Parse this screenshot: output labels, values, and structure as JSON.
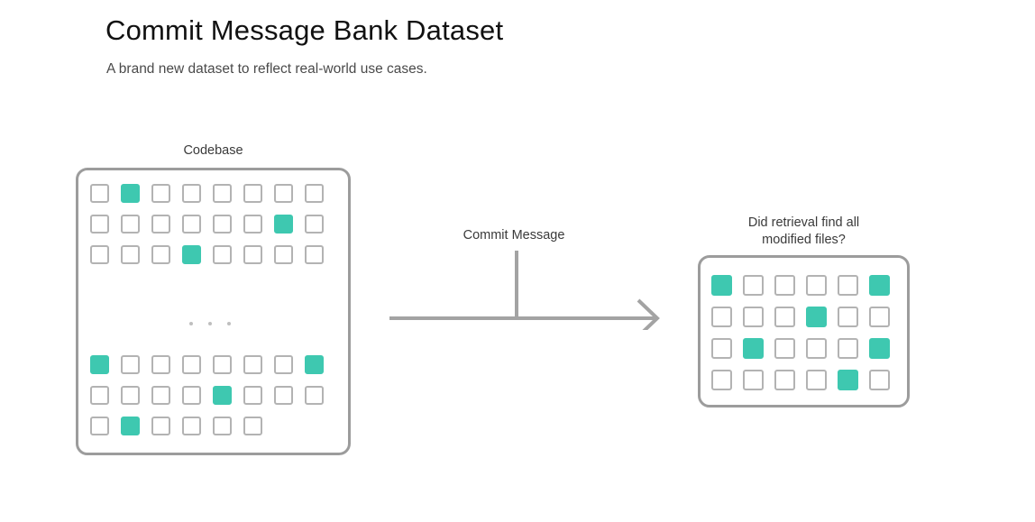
{
  "header": {
    "title": "Commit Message Bank Dataset",
    "subtitle": "A brand new dataset to reflect real-world use cases."
  },
  "colors": {
    "accent_teal": "#3ec8b0",
    "panel_border": "#9c9c9c",
    "cell_border": "#b3b3b3",
    "arrow": "#a3a3a3",
    "title_text": "#111111",
    "subtitle_text": "#4a4a4a",
    "label_text": "#3a3a3a",
    "background": "#ffffff"
  },
  "codebase": {
    "label": "Codebase",
    "columns": 8,
    "ellipsis_dots": 3,
    "ellipsis_meaning": "more files omitted",
    "rows_top": [
      {
        "cells": [
          false,
          true,
          false,
          false,
          false,
          false,
          false,
          false
        ]
      },
      {
        "cells": [
          false,
          false,
          false,
          false,
          false,
          false,
          true,
          false
        ]
      },
      {
        "cells": [
          false,
          false,
          false,
          true,
          false,
          false,
          false,
          false
        ]
      }
    ],
    "rows_bottom": [
      {
        "cells": [
          true,
          false,
          false,
          false,
          false,
          false,
          false,
          true
        ]
      },
      {
        "cells": [
          false,
          false,
          false,
          false,
          true,
          false,
          false,
          false
        ]
      },
      {
        "cells": [
          false,
          true,
          false,
          false,
          false,
          false
        ]
      }
    ]
  },
  "flow": {
    "arrow_label": "Commit Message",
    "direction": "left-to-right"
  },
  "retrieval": {
    "label": "Did retrieval find all\nmodified files?",
    "columns": 6,
    "rows": [
      {
        "cells": [
          true,
          false,
          false,
          false,
          false,
          true
        ]
      },
      {
        "cells": [
          false,
          false,
          false,
          true,
          false,
          false
        ]
      },
      {
        "cells": [
          false,
          true,
          false,
          false,
          false,
          true
        ]
      },
      {
        "cells": [
          false,
          false,
          false,
          false,
          true,
          false
        ]
      }
    ]
  }
}
